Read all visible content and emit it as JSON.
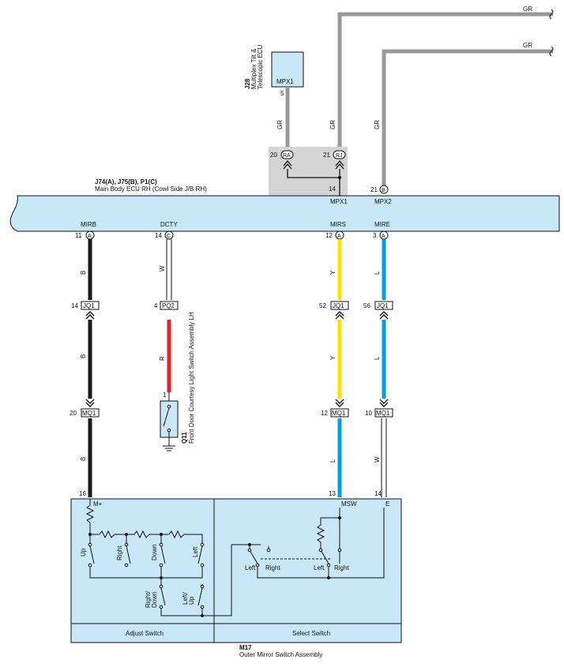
{
  "ecu": {
    "ref": "J74(A), J75(B), P1(C)",
    "name": "Main Body ECU RH (Cowl Side J/B RH)",
    "pins_top": [
      {
        "num": "14",
        "label": "MPX1"
      },
      {
        "num": "21",
        "conn": "B",
        "label": "MPX2"
      }
    ],
    "pins_bottom": [
      {
        "num": "11",
        "conn": "A",
        "label": "MIRB"
      },
      {
        "num": "14",
        "conn": "C",
        "label": "DCTY"
      },
      {
        "num": "12",
        "conn": "A",
        "label": "MIRS"
      },
      {
        "num": "3",
        "conn": "A",
        "label": "MIRE"
      }
    ]
  },
  "tilt_ecu": {
    "ref": "J28",
    "name_line1": "Multiplex Tilt &",
    "name_line2": "Telescopic ECU",
    "pin_label": "MPX1",
    "pin_num": "5"
  },
  "junction": {
    "left": {
      "num": "20",
      "conn": "RA"
    },
    "right": {
      "num": "21",
      "conn": "RJ"
    }
  },
  "wires": {
    "gr": "GR",
    "b": "B",
    "w": "W",
    "y": "Y",
    "l": "L",
    "r": "R"
  },
  "connectors": {
    "jq1_b": {
      "num": "14",
      "name": "JQ1"
    },
    "pq2": {
      "num": "4",
      "name": "PQ2"
    },
    "jq1_y": {
      "num": "52",
      "name": "JQ1"
    },
    "jq1_l": {
      "num": "56",
      "name": "JQ1"
    },
    "mq1_b": {
      "num": "20",
      "name": "MQ1"
    },
    "mq1_y": {
      "num": "12",
      "name": "MQ1"
    },
    "mq1_l": {
      "num": "10",
      "name": "MQ1"
    }
  },
  "door_switch": {
    "ref": "Q11",
    "name": "Front Door Courtesy Light Switch Assembly LH",
    "pin": "1"
  },
  "mirror_switch": {
    "ref": "M17",
    "name": "Outer Mirror Switch Assembly",
    "pin_mplus_num": "16",
    "pin_mplus": "M+",
    "pin_msw_num": "13",
    "pin_msw": "MSW",
    "pin_e_num": "14",
    "pin_e": "E",
    "adjust_label": "Adjust Switch",
    "select_label": "Select Switch",
    "adjust_contacts": [
      "Up",
      "Right",
      "Down",
      "Left",
      "Right/\nDown",
      "Left/\nUp"
    ],
    "select_contacts": [
      "Left",
      "Right",
      "Left",
      "Right"
    ]
  },
  "colors": {
    "gray": "#999999",
    "black": "#1a1a1a",
    "red": "#e8202a",
    "yellow": "#ffe000",
    "blue": "#00a0e0",
    "ecu_fill": "#c8e8f8",
    "junction_fill": "#d4d4d4"
  }
}
